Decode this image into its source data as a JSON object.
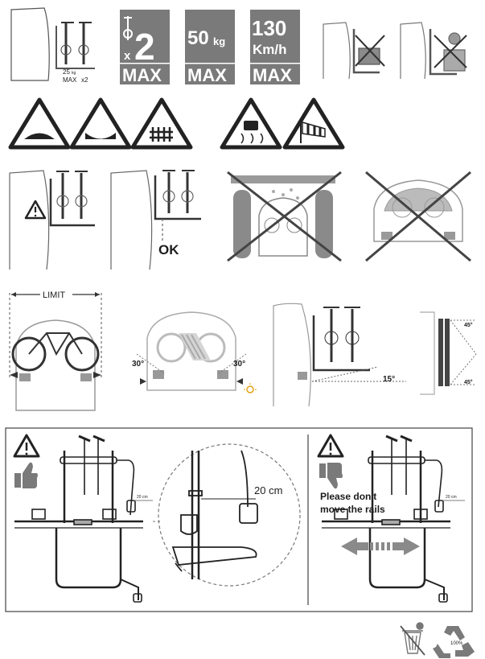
{
  "badges": {
    "bikes": {
      "prefix": "x",
      "count": "2",
      "caption": "MAX"
    },
    "weight": {
      "value": "50",
      "unit": "kg",
      "caption": "MAX"
    },
    "speed": {
      "value": "130",
      "unit": "Km/h",
      "caption": "MAX"
    }
  },
  "top": {
    "weight_per_bike": "25",
    "weight_unit": "kg",
    "max_label": "MAX",
    "multiplier": "x2"
  },
  "row3": {
    "ok_label": "OK"
  },
  "row4": {
    "limit_label": "LIMIT",
    "angle_left": "30°",
    "angle_right": "30°",
    "tilt_angle": "15°",
    "view_angle_top": "45°",
    "view_angle_bottom": "45°"
  },
  "bottom_panel": {
    "distance_small_left": "20 cm",
    "distance_zoom": "20 cm",
    "distance_small_right": "20 cm",
    "warning_text_line1": "Please don't",
    "warning_text_line2": "move the rails"
  },
  "footer": {
    "recycle_label": "100%"
  },
  "colors": {
    "badge_gray": "#7a7a7a",
    "sign_red": "#231f20",
    "light_gray": "#c9c9c9"
  }
}
